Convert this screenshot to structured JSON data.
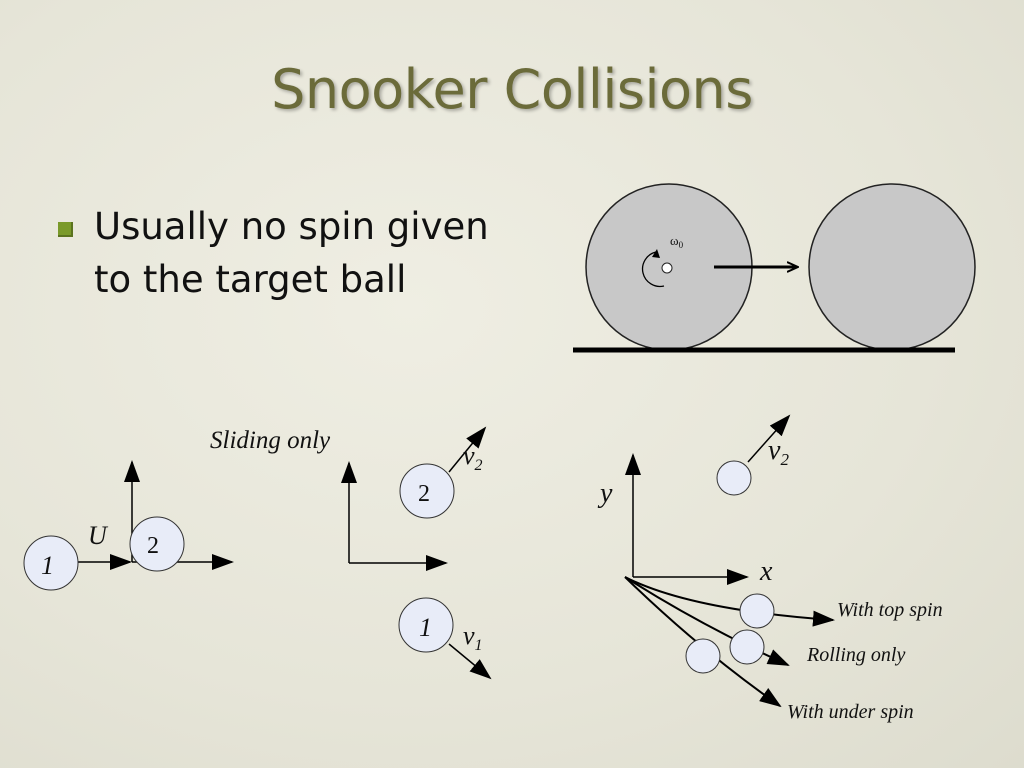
{
  "slide": {
    "title": "Snooker Collisions",
    "bullet": "Usually no spin given to the target ball"
  },
  "diagram": {
    "omega_label": "ω",
    "omega_sub": "0",
    "sliding_label": "Sliding only",
    "label_U": "U",
    "ball1_label": "1",
    "ball2_label": "2",
    "v_label": "v",
    "sub1": "1",
    "sub2": "2",
    "axis_x": "x",
    "axis_y": "y",
    "top_spin_label": "With top spin",
    "rolling_label": "Rolling only",
    "under_spin_label": "With under spin"
  },
  "colors": {
    "title": "#6b6b3a",
    "bullet": "#7a9a2a",
    "ball_grey": "#c8c8c8",
    "ball_light": "#e8ecf8"
  }
}
